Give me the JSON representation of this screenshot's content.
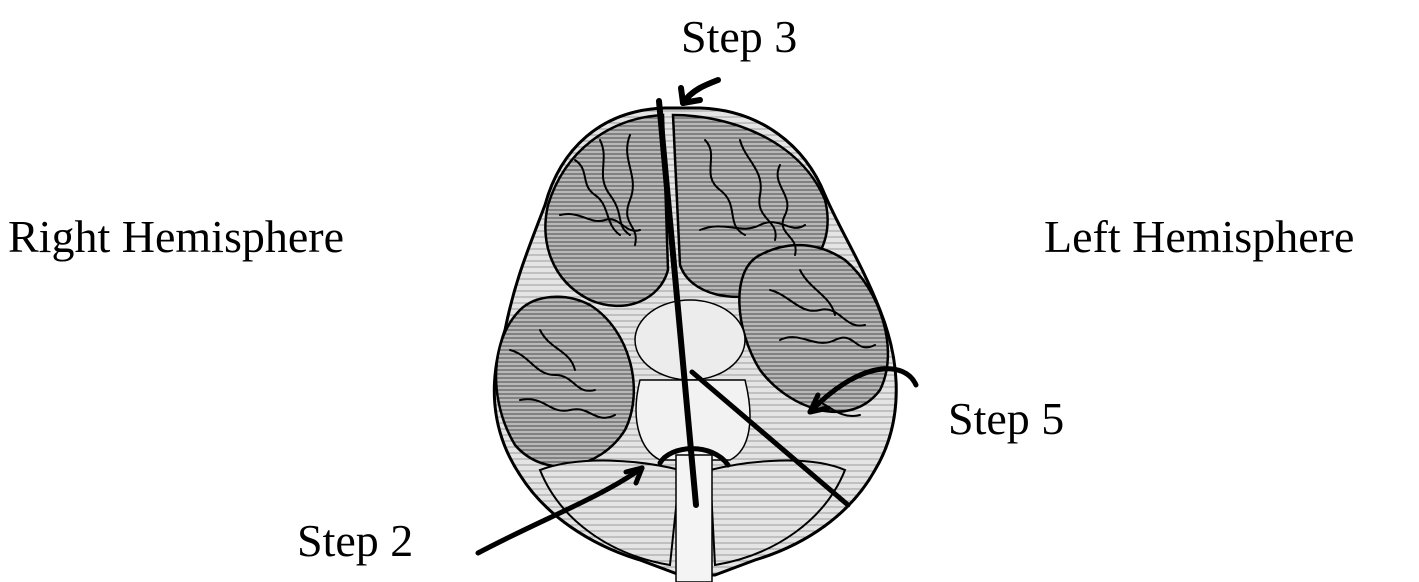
{
  "labels": {
    "step3": "Step 3",
    "right_hemisphere": "Right Hemisphere",
    "left_hemisphere": "Left Hemisphere",
    "step5": "Step 5",
    "step2": "Step 2"
  },
  "colors": {
    "ink": "#000000",
    "brain_fill": "#d9d9d9",
    "brain_shade": "#9a9a9a",
    "background": "#ffffff"
  }
}
